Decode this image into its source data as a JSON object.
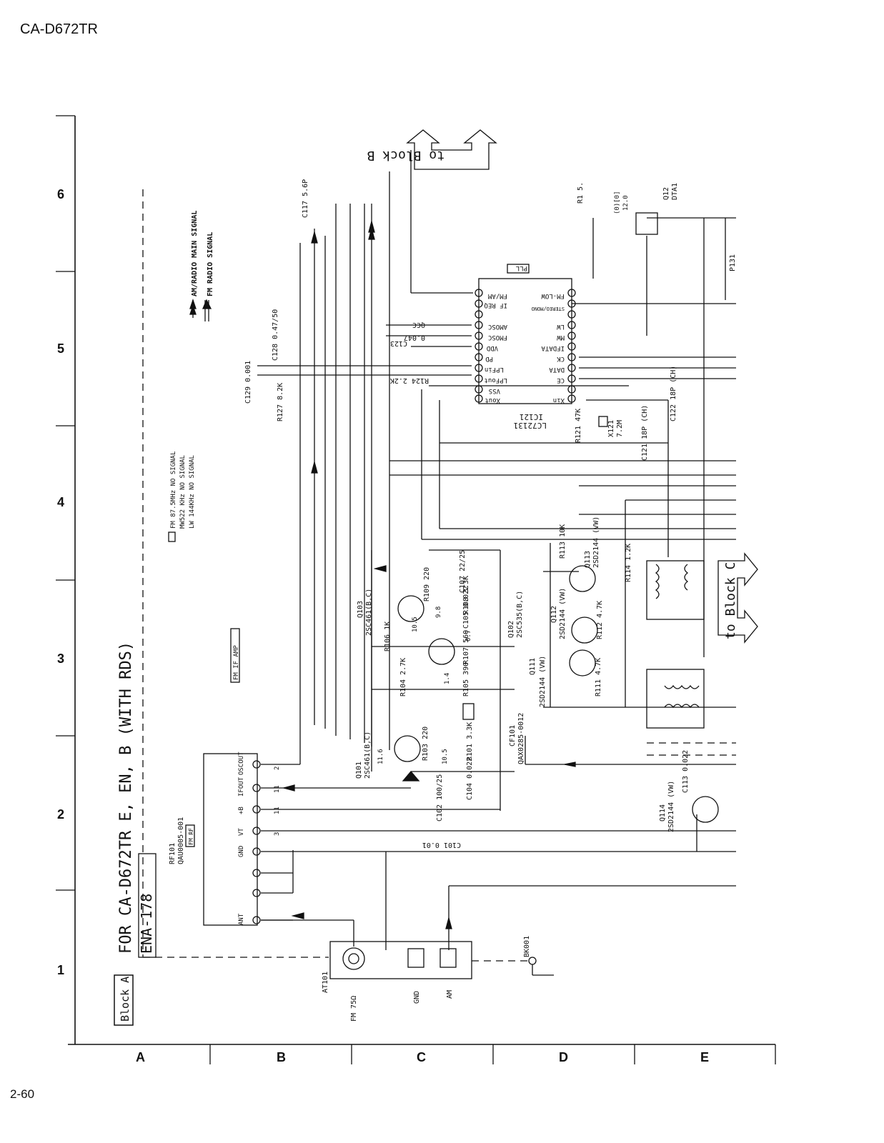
{
  "document": {
    "model": "CA-D672TR",
    "page_number": "2-60"
  },
  "grid": {
    "rows": [
      "1",
      "2",
      "3",
      "4",
      "5",
      "6"
    ],
    "columns": [
      "A",
      "B",
      "C",
      "D",
      "E"
    ]
  },
  "blocks": {
    "block_a": "Block A",
    "to_block_b": "to Block B",
    "to_block_c": "to Block C"
  },
  "header": {
    "title": "FOR CA-D672TR E, EN, B (WITH RDS)",
    "board": "ENA-178"
  },
  "legend": {
    "am_main": "AM/RADIO MAIN SIGNAL",
    "fm_radio": "FM RADIO SIGNAL",
    "note_fm": "FM 87.5MHz NO SIGNAL",
    "note_mw": "MW522 KHz NO SIGNAL",
    "note_lw": "LW 144KHz NO SIGNAL",
    "fm_if_amp": "FM IF AMP"
  },
  "parts": {
    "rf101": "RF101",
    "rf101_part": "QAU0005-001",
    "rf101_type": "FM RF",
    "at101": "AT101",
    "fm75": "FM 75Ω",
    "gnd": "GND",
    "am": "AM",
    "bk001": "BK001",
    "ic121": "IC121",
    "ic121_part": "LC72131",
    "pll": "PLL",
    "q101": "Q101",
    "q101_part": "2SC461(B,C)",
    "q102": "Q102",
    "q102_part": "2SC535(B,C)",
    "q103": "Q103",
    "q103_part": "2SC461(B,C)",
    "q111": "Q111",
    "q111_part": "2SD2144 (VW)",
    "q112": "Q112",
    "q112_part": "2SD2144 (VW)",
    "q113": "Q113",
    "q113_part": "2SD2144 (VW)",
    "q114": "Q114",
    "q114_part": "2SD2144 (VW)",
    "q12": "Q12",
    "q12_part": "DTA1",
    "cf101": "CF101",
    "cf101_part": "QAX0285-0012",
    "x121": "X121",
    "x121_val": "7.2M"
  },
  "pins": {
    "rf101": [
      "ANT",
      "",
      "",
      "GND",
      "VT",
      "+B",
      "IFOUT",
      "OSCOUT"
    ],
    "ic121_left": [
      "Xout",
      "VSS",
      "LPFout",
      "LPFin",
      "PD",
      "VDD",
      "FMOSC",
      "AMOSC",
      "IF REQ",
      "FM/AM"
    ],
    "ic121_right": [
      "Xin",
      "CE",
      "CK",
      "DATA",
      "IFDATA",
      "MW",
      "LW",
      "STEREO/MONO",
      "FM-LOW"
    ]
  },
  "values": {
    "r101": "R101 3.3K",
    "c101": "C101 0.01",
    "c102": "C102 100/25",
    "c104": "C104 0.022",
    "r103": "R103 220",
    "r104": "R104 2.7K",
    "r105": "R105 390",
    "r106": "R106 1K",
    "r107": "R107 560",
    "r108": "R108 3.3K",
    "r109": "R109 220",
    "c105": "C105 0.022",
    "c107": "C107 22/25",
    "r111": "R111 4.7K",
    "r112": "R112 4.7K",
    "r113": "R113 10K",
    "r114": "R114 1.2K",
    "c113": "C113 0.022",
    "r121": "R121 47K",
    "c121": "C121 18P (CH)",
    "c122": "C122 18P (CH)",
    "c123": "C123",
    "r124": "R124 2.2K",
    "r127": "R127 8.2K",
    "c128": "C128 0.47/50",
    "c129": "C129 0.001",
    "c117": "C117 5.6P",
    "r1": "R1 5.",
    "p131": "P131",
    "c123_val": "0.047",
    "c123_code": "QCC"
  },
  "voltages": {
    "q101_e": "11.6",
    "q101_b": "10.5",
    "q102_b": "1.4",
    "q102_e": "0.7",
    "q103_c": "10.5",
    "q103_b": "9.8",
    "q12": "12.0",
    "q12_b": "(0)[0]",
    "rf_pin5": "3",
    "rf_pin6": "11",
    "rf_pin7": "11",
    "rf_pin8": "2"
  },
  "style": {
    "ink": "#111111",
    "background": "#ffffff"
  }
}
